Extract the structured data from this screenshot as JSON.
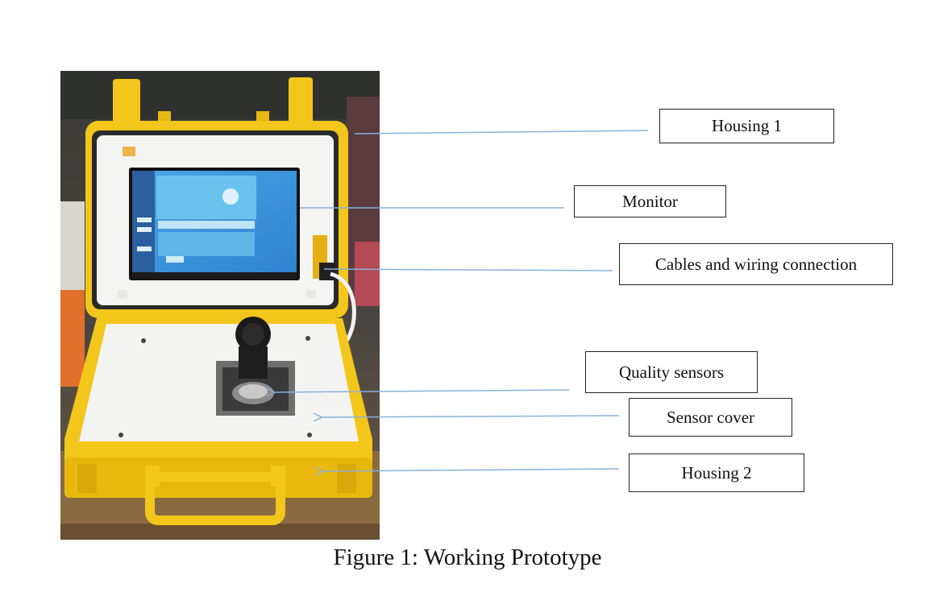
{
  "figure": {
    "caption": "Figure 1: Working Prototype",
    "photo_subject": "yellow-carrying-case-device",
    "leader_color": "#8ab0d8",
    "case_color": "#f2c61b"
  },
  "callouts": [
    {
      "id": "housing1",
      "label": "Housing 1"
    },
    {
      "id": "monitor",
      "label": "Monitor"
    },
    {
      "id": "cables",
      "label": "Cables and wiring connection"
    },
    {
      "id": "sensors",
      "label": "Quality sensors"
    },
    {
      "id": "cover",
      "label": "Sensor cover"
    },
    {
      "id": "housing2",
      "label": "Housing 2"
    }
  ]
}
